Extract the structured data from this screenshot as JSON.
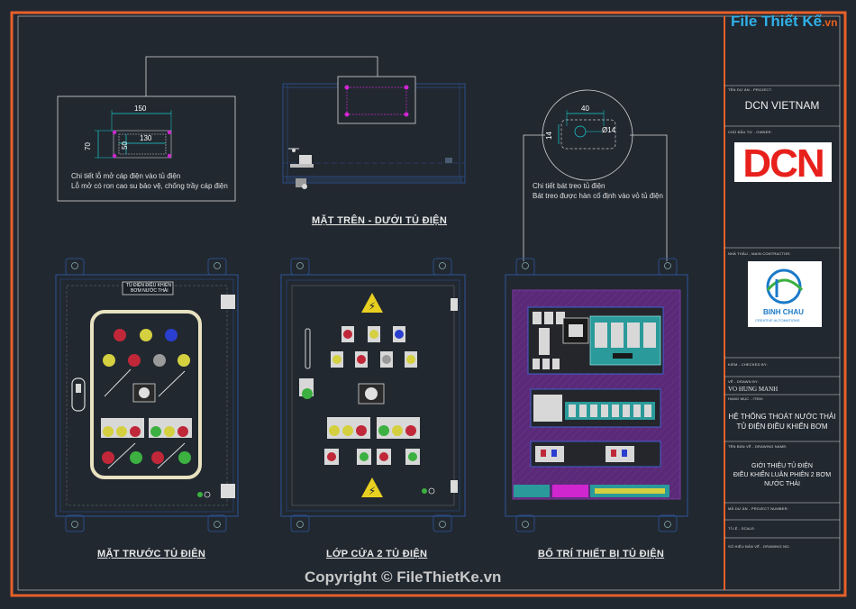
{
  "watermark": {
    "logo_text_top": "File Thiết Kế",
    "logo_text_domain": ".vn",
    "copyright": "Copyright © FileThietKe.vn"
  },
  "views": {
    "top_bottom_title": "MẶT TRÊN - DƯỚI TỦ ĐIỆN",
    "front_title": "MẶT TRƯỚC TỦ ĐIỆN",
    "inner_door_title": "LỚP CỬA 2 TỦ ĐIỆN",
    "layout_title": "BỐ TRÍ THIẾT BỊ TỦ ĐIỆN"
  },
  "cable_hole_detail": {
    "dim_width": "150",
    "dim_inner": "130",
    "dim_height": "70",
    "dim_inner_height": "50",
    "note_line1": "Chi tiết lỗ mở cáp điện vào tủ điện",
    "note_line2": "Lỗ mở có ron cao su bảo vệ, chống trầy cáp điện"
  },
  "mount_detail": {
    "dim_width": "40",
    "dim_height": "14",
    "dim_hole": "Ø14",
    "note_line1": "Chi tiết bát treo tủ điện",
    "note_line2": "Bát treo được hàn cố định vào vỏ tủ điện"
  },
  "front_panel": {
    "nameplate_line1": "TỦ ĐIỆN ĐIỀU KHIỂN",
    "nameplate_line2": "BƠM NƯỚC THẢI"
  },
  "title_block": {
    "project_label": "TÊN DỰ ÁN - PROJECT:",
    "project_value": "DCN VIETNAM",
    "owner_label": "CHỦ ĐẦU TƯ - OWNER:",
    "owner_logo": "DCN",
    "contractor_label": "NHÀ THẦU - MAIN CONTRACTOR:",
    "contractor_logo": "BINH CHAU",
    "contractor_tagline": "CREATIVE AUTOMATIONS",
    "checked_label": "KIỂM - CHECKED BY:",
    "drawn_label": "VẼ - DRAWN BY:",
    "drawn_value": "VO HUNG MANH",
    "system_label": "HẠNG MỤC - ITEM:",
    "system_line1": "HỆ THỐNG THOÁT NƯỚC THẢI",
    "system_line2": "TỦ ĐIỆN ĐIỀU KHIỂN BƠM",
    "drawing_name_label": "TÊN BẢN VẼ - DRAWING NAME:",
    "drawing_line1": "GIỚI THIỆU TỦ ĐIỆN",
    "drawing_line2": "ĐIỀU KHIỂN LUÂN PHIÊN 2 BƠM",
    "drawing_line3": "NƯỚC THẢI",
    "project_number_label": "MÃ DỰ ÁN - PROJECT NUMBER:",
    "scale_label": "TỈ LỆ - SCALE:",
    "sheet_label": "SỐ HIỆU BẢN VẼ - DRAWING NO:"
  },
  "colors": {
    "background": "#212830",
    "frame": "#e8602a",
    "panel_blue": "#2c4d86",
    "magenta": "#d026d0",
    "cyan_dim": "#18d0d0",
    "dcn_red": "#e8201c"
  }
}
